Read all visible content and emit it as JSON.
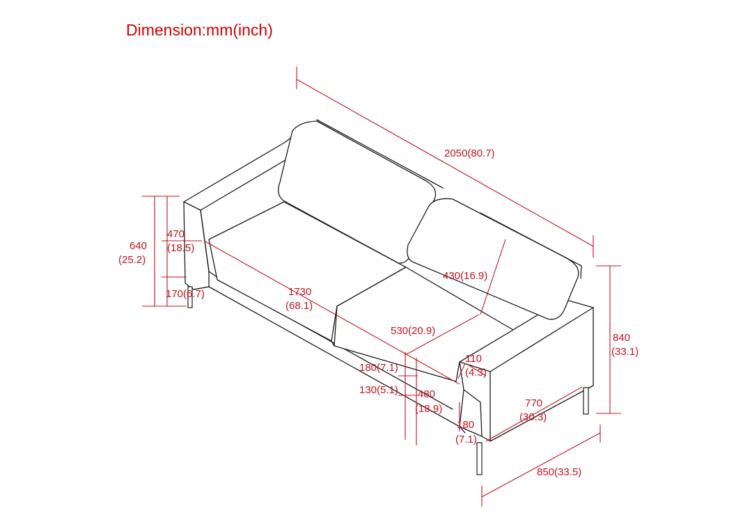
{
  "title": "Dimension:mm(inch)",
  "colors": {
    "dimension": "#c1121f",
    "outline": "#1a1a1a",
    "background": "#ffffff"
  },
  "dimensions": {
    "overall_width": "2050(80.7)",
    "overall_height_mm": "640",
    "overall_height_in": "(25.2)",
    "arm_height_mm": "470",
    "arm_height_in": "(18.5)",
    "leg_height": "170(6.7)",
    "seat_width_mm": "1730",
    "seat_width_in": "(68.1)",
    "back_height": "430(16.9)",
    "seat_depth": "530(20.9)",
    "cushion_thickness": "180(7.1)",
    "base_thickness": "130(5.1)",
    "arm_width_mm": "110",
    "arm_width_in": "(4.3)",
    "seat_height_mm": "480",
    "seat_height_in": "(18.9)",
    "base_height_mm": "180",
    "base_height_in": "(7.1)",
    "total_height_mm": "840",
    "total_height_in": "(33.1)",
    "arm_depth_mm": "770",
    "arm_depth_in": "(30.3)",
    "total_depth": "850(33.5)"
  }
}
